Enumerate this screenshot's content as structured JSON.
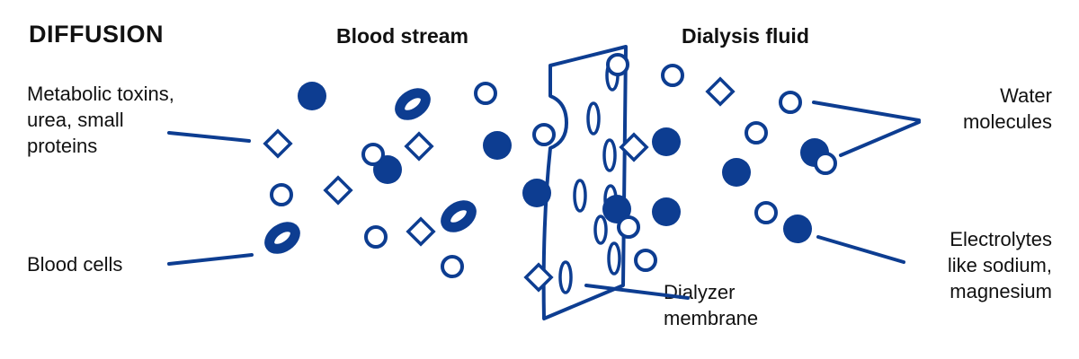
{
  "title": "DIFFUSION",
  "headings": {
    "blood_stream": "Blood stream",
    "dialysis_fluid": "Dialysis fluid"
  },
  "labels": {
    "metabolic_toxins": "Metabolic toxins,\nurea, small\nproteins",
    "blood_cells": "Blood cells",
    "water_molecules": "Water\nmolecules",
    "electrolytes": "Electrolytes\nlike sodium,\nmagnesium",
    "dialyzer_membrane": "Dialyzer\nmembrane"
  },
  "colors": {
    "primary": "#0d3d91",
    "text": "#111111",
    "background": "#ffffff"
  }
}
